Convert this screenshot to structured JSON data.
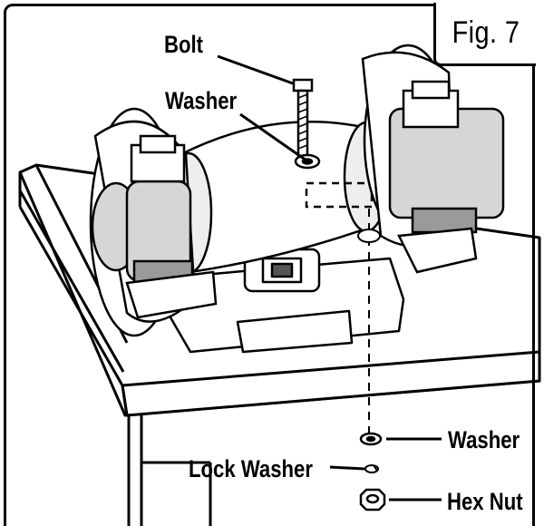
{
  "figure": {
    "label": "Fig. 7"
  },
  "callouts": {
    "bolt": "Bolt",
    "washer_top": "Washer",
    "washer_bottom": "Washer",
    "lock_washer": "Lock Washer",
    "hex_nut": "Hex Nut"
  },
  "colors": {
    "line": "#000000",
    "shade": "#d6d6d6",
    "dark_shade": "#9a9a9a",
    "paper": "#ffffff"
  }
}
